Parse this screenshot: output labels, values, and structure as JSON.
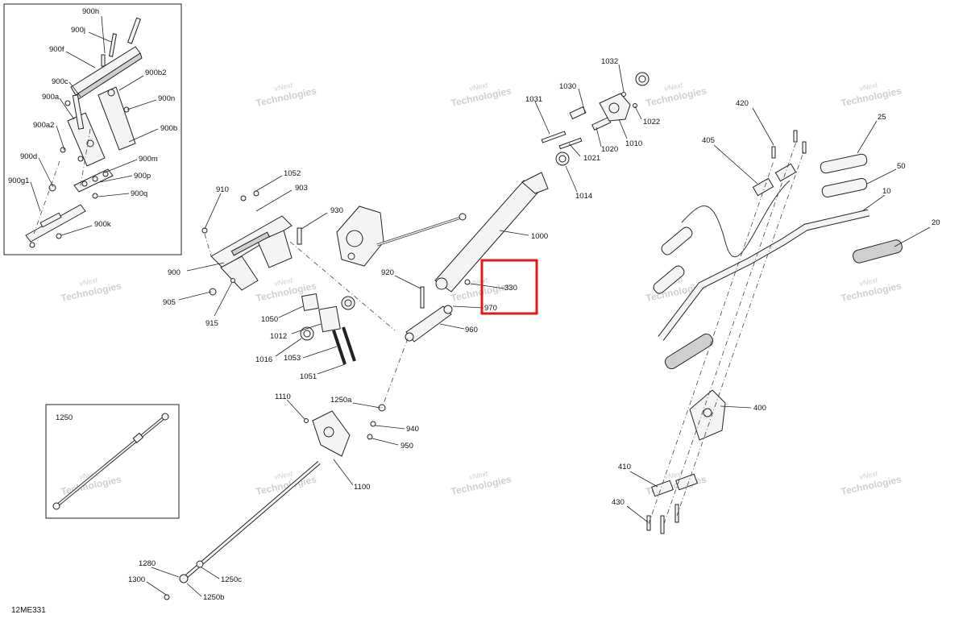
{
  "diagram_code": "12ME331",
  "highlight_color": "#e01818",
  "watermark": {
    "line1": "vNext",
    "line2": "Technologies"
  },
  "labels": {
    "l900h": "900h",
    "l900j": "900j",
    "l900f": "900f",
    "l900c": "900c",
    "l900b2": "900b2",
    "l900a": "900a",
    "l900n": "900n",
    "l900a2": "900a2",
    "l900b": "900b",
    "l900d": "900d",
    "l900m": "900m",
    "l900p": "900p",
    "l900g1": "900g1",
    "l900q": "900q",
    "l900k": "900k",
    "l1032": "1032",
    "l1030": "1030",
    "l1031": "1031",
    "l1022": "1022",
    "l1010": "1010",
    "l1020": "1020",
    "l1021": "1021",
    "l1014": "1014",
    "l1000": "1000",
    "l1052": "1052",
    "l910": "910",
    "l903": "903",
    "l930": "930",
    "l900": "900",
    "l920": "920",
    "l330": "330",
    "l970": "970",
    "l905": "905",
    "l915": "915",
    "l1050": "1050",
    "l1012": "1012",
    "l960": "960",
    "l1016": "1016",
    "l1053": "1053",
    "l1051": "1051",
    "l420": "420",
    "l25": "25",
    "l405": "405",
    "l50": "50",
    "l10": "10",
    "l20": "20",
    "l400": "400",
    "l410": "410",
    "l430": "430",
    "l1110": "1110",
    "l1250a": "1250a",
    "l940": "940",
    "l950": "950",
    "l1100": "1100",
    "l1250": "1250",
    "l1280": "1280",
    "l1300": "1300",
    "l1250c": "1250c",
    "l1250b": "1250b"
  }
}
